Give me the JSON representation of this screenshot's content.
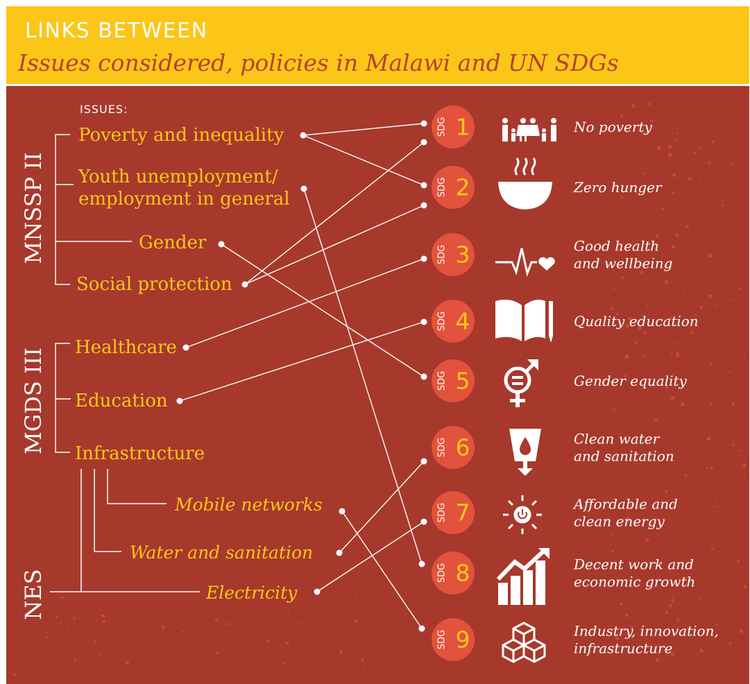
{
  "header": {
    "line1": "LINKS BETWEEN",
    "line2": "Issues considered, policies in Malawi and UN SDGs"
  },
  "issues_heading": "ISSUES:",
  "policies": [
    {
      "name": "MNSSP II"
    },
    {
      "name": "MGDS III"
    },
    {
      "name": "NES"
    }
  ],
  "issues": [
    {
      "id": "poverty",
      "lines": [
        "Poverty and inequality"
      ],
      "style": "regular",
      "links": [
        1,
        2
      ]
    },
    {
      "id": "youth",
      "lines": [
        "Youth unemployment/",
        "employment in general"
      ],
      "style": "regular",
      "links": [
        8
      ]
    },
    {
      "id": "gender",
      "lines": [
        "Gender"
      ],
      "style": "regular",
      "links": [
        5
      ]
    },
    {
      "id": "social",
      "lines": [
        "Social protection"
      ],
      "style": "regular",
      "links": [
        1,
        2
      ]
    },
    {
      "id": "healthcare",
      "lines": [
        "Healthcare"
      ],
      "style": "regular",
      "links": [
        3
      ]
    },
    {
      "id": "education",
      "lines": [
        "Education"
      ],
      "style": "regular",
      "links": [
        4
      ]
    },
    {
      "id": "infrastructure",
      "lines": [
        "Infrastructure"
      ],
      "style": "regular",
      "links": []
    },
    {
      "id": "mobile",
      "lines": [
        "Mobile networks"
      ],
      "style": "italic",
      "links": [
        9
      ]
    },
    {
      "id": "water",
      "lines": [
        "Water and sanitation"
      ],
      "style": "italic",
      "links": [
        6
      ]
    },
    {
      "id": "electricity",
      "lines": [
        "Electricity"
      ],
      "style": "italic",
      "links": [
        7
      ]
    }
  ],
  "sdg_prefix": "SDG",
  "sdgs": [
    {
      "num": "1",
      "icon": "family-icon",
      "lines": [
        "No poverty"
      ]
    },
    {
      "num": "2",
      "icon": "bowl-icon",
      "lines": [
        "Zero hunger"
      ]
    },
    {
      "num": "3",
      "icon": "heartbeat-icon",
      "lines": [
        "Good health",
        "and wellbeing"
      ]
    },
    {
      "num": "4",
      "icon": "book-icon",
      "lines": [
        "Quality education"
      ]
    },
    {
      "num": "5",
      "icon": "gender-symbol-icon",
      "lines": [
        "Gender equality"
      ]
    },
    {
      "num": "6",
      "icon": "water-drop-icon",
      "lines": [
        "Clean water",
        "and sanitation"
      ]
    },
    {
      "num": "7",
      "icon": "sun-power-icon",
      "lines": [
        "Affordable and",
        "clean energy"
      ]
    },
    {
      "num": "8",
      "icon": "growth-chart-icon",
      "lines": [
        "Decent work and",
        "economic growth"
      ]
    },
    {
      "num": "9",
      "icon": "cubes-icon",
      "lines": [
        "Industry, innovation,",
        "infrastructure"
      ]
    }
  ],
  "colors": {
    "header_bg": "#fbc618",
    "panel_bg": "#a6392c",
    "badge": "#e2523d",
    "label": "#fbc618",
    "line": "#ffffff"
  }
}
